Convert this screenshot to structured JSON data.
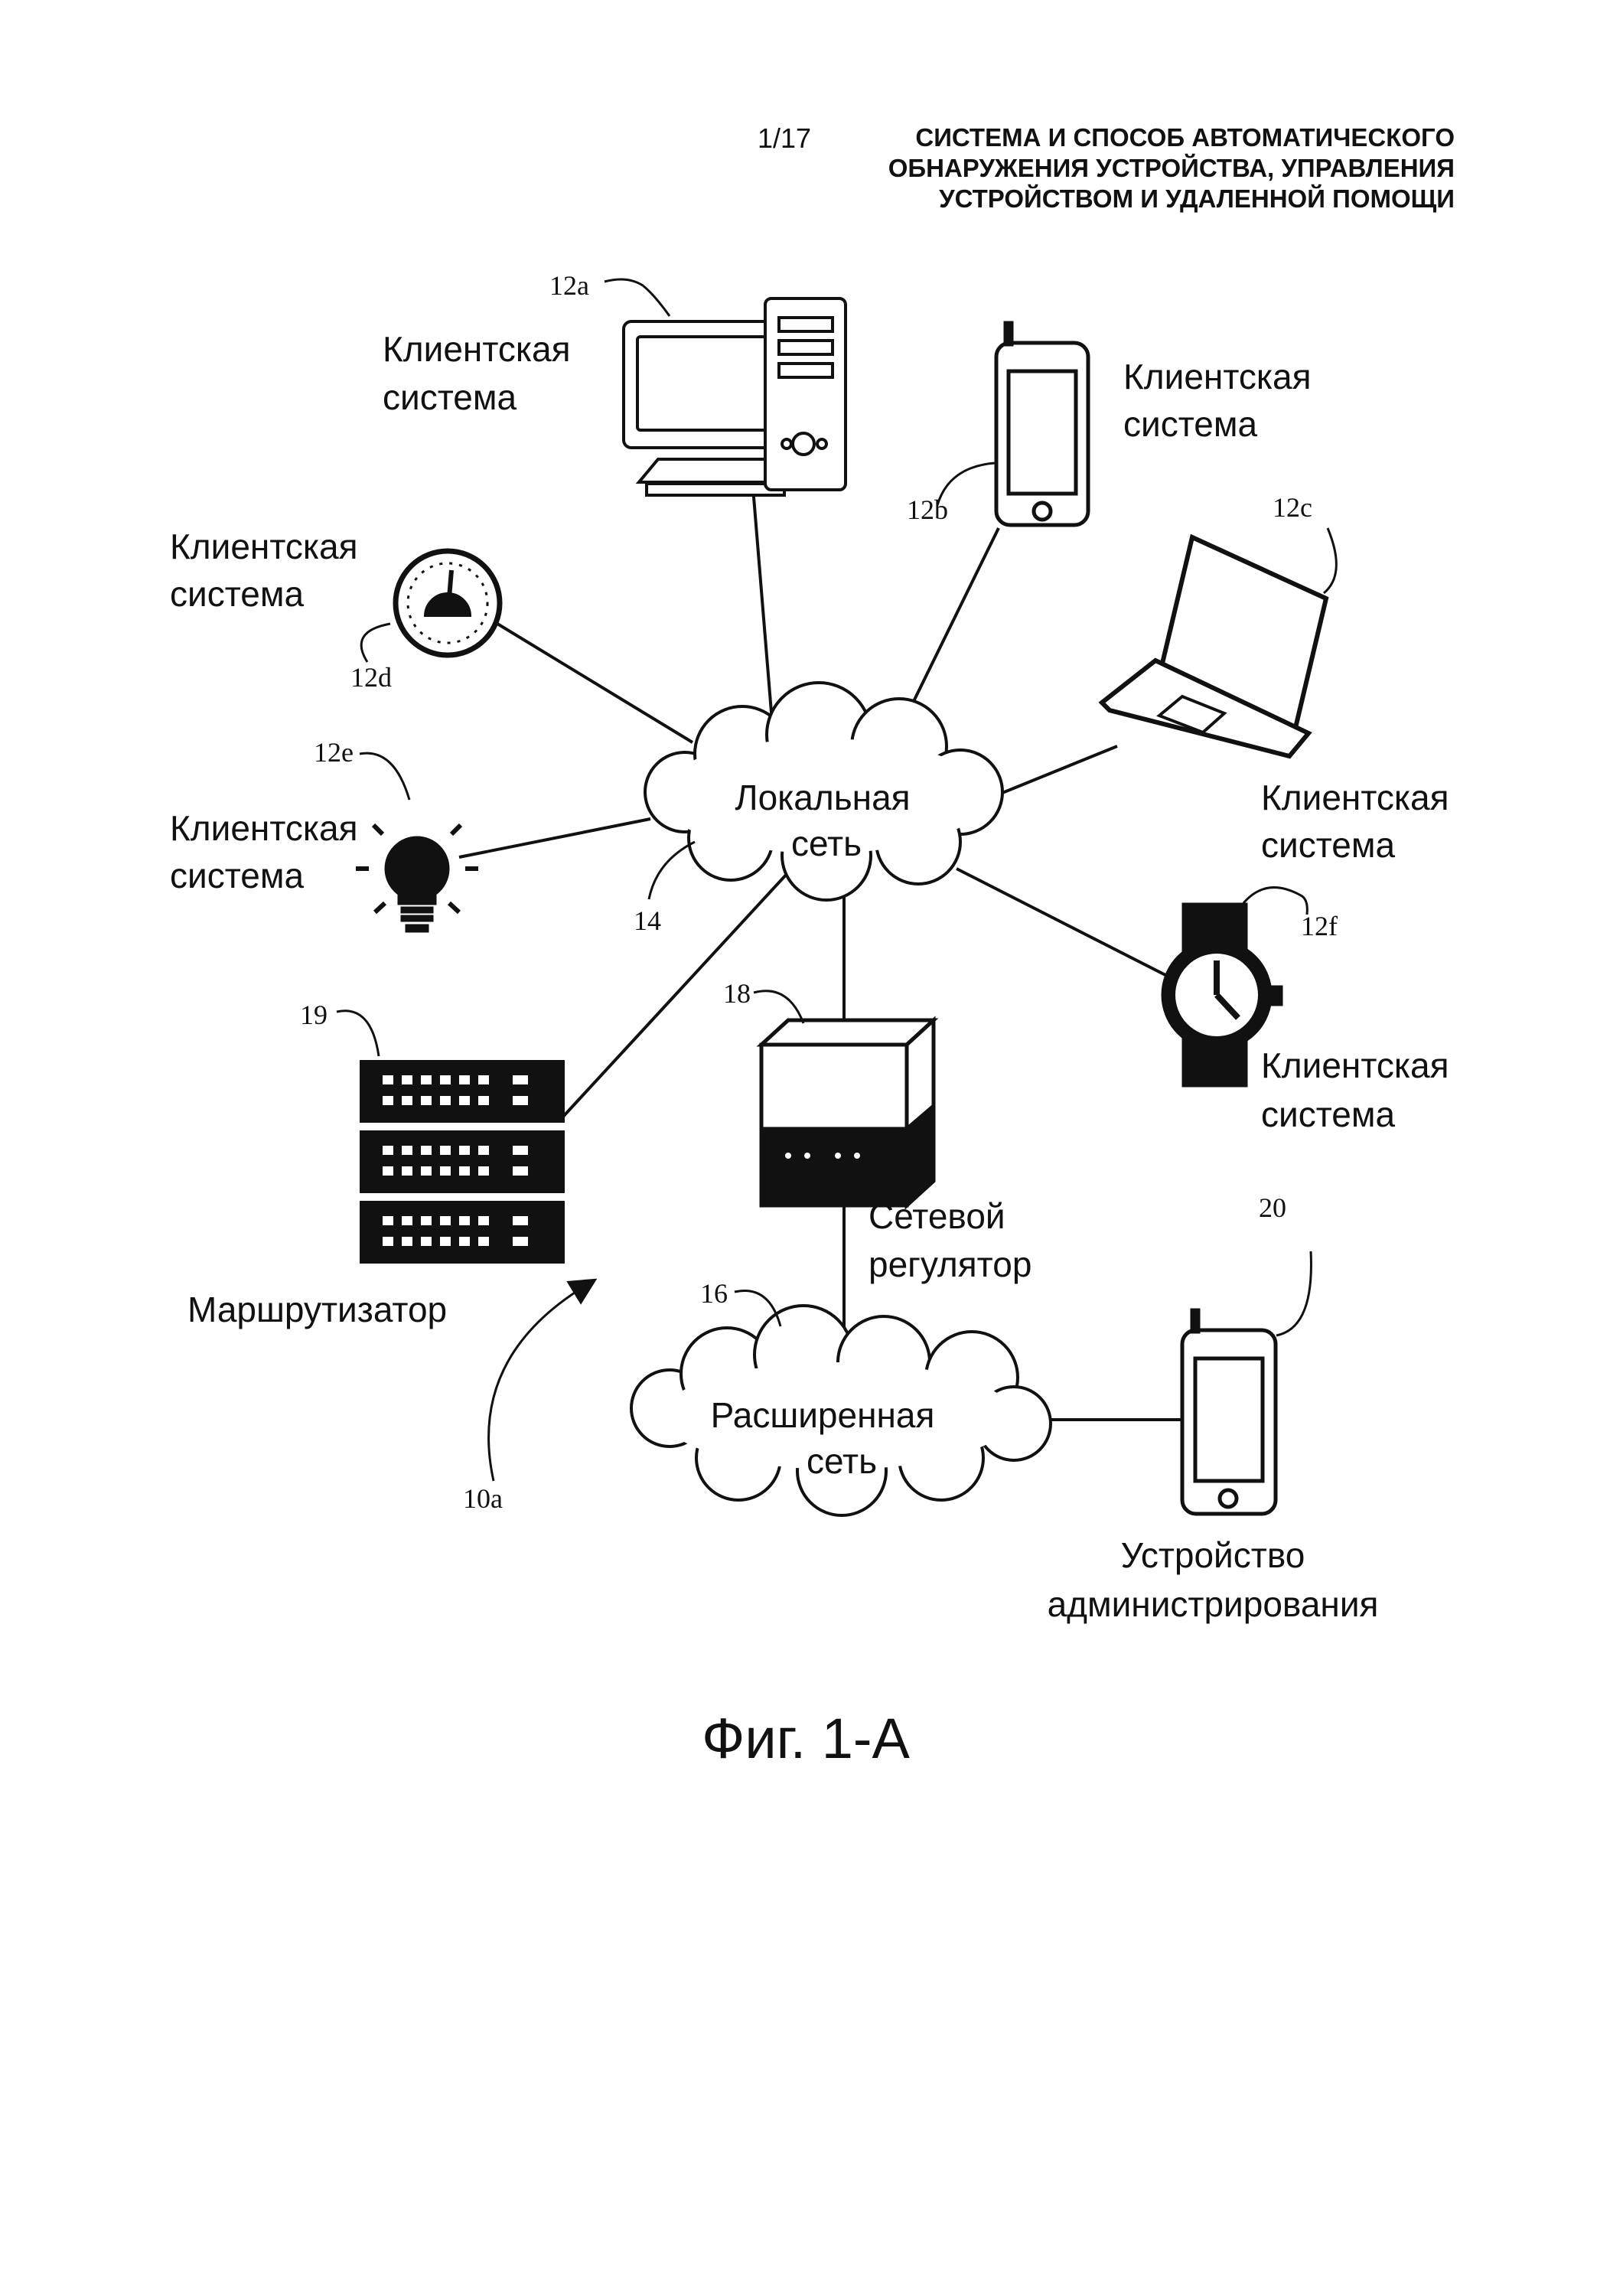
{
  "header": {
    "sheet": "1/17",
    "title_lines": [
      "СИСТЕМА И СПОСОБ АВТОМАТИЧЕСКОГО",
      "ОБНАРУЖЕНИЯ УСТРОЙСТВА, УПРАВЛЕНИЯ",
      "УСТРОЙСТВОМ И УДАЛЕННОЙ ПОМОЩИ"
    ]
  },
  "nodes": {
    "c12a": {
      "ref": "12a",
      "label": [
        "Клиентская",
        "система"
      ],
      "icon": "desktop-computer-icon"
    },
    "c12b": {
      "ref": "12b",
      "label": [
        "Клиентская",
        "система"
      ],
      "icon": "smartphone-icon"
    },
    "c12c": {
      "ref": "12c",
      "label": [
        "Клиентская",
        "система"
      ],
      "icon": "laptop-icon"
    },
    "c12d": {
      "ref": "12d",
      "label": [
        "Клиентская",
        "система"
      ],
      "icon": "thermostat-dial-icon"
    },
    "c12e": {
      "ref": "12e",
      "label": [
        "Клиентская",
        "система"
      ],
      "icon": "light-bulb-icon"
    },
    "c12f": {
      "ref": "12f",
      "label": [
        "Клиентская",
        "система"
      ],
      "icon": "wristwatch-icon"
    },
    "lan": {
      "ref": "14",
      "label": [
        "Локальная",
        "сеть"
      ],
      "icon": "cloud-icon"
    },
    "wan": {
      "ref": "16",
      "label": [
        "Расширенная",
        "сеть"
      ],
      "icon": "cloud-icon"
    },
    "gateway": {
      "ref": "18",
      "label": [
        "Сетевой",
        "регулятор"
      ],
      "icon": "gateway-box-icon"
    },
    "router": {
      "ref": "19",
      "label": [
        "Маршрутизатор"
      ],
      "icon": "server-rack-icon"
    },
    "admin": {
      "ref": "20",
      "label": [
        "Устройство",
        "администрирования"
      ],
      "icon": "smartphone-icon"
    }
  },
  "system_ref": "10a",
  "figure_caption": "Фиг. 1-А"
}
